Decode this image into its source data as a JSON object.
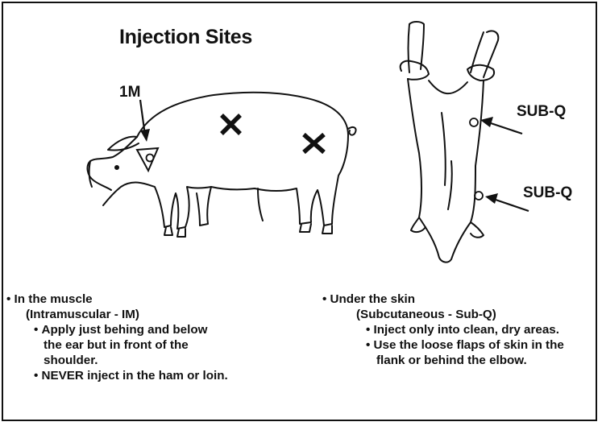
{
  "title": "Injection Sites",
  "labels": {
    "im": "1M",
    "subq_1": "SUB-Q",
    "subq_2": "SUB-Q"
  },
  "left_notes": {
    "heading": "In the muscle",
    "sub": "(Intramuscular - IM)",
    "bullet_1_line_1": "Apply just behing and below",
    "bullet_1_line_2": "the ear but in front of the",
    "bullet_1_line_3": "shoulder.",
    "bullet_2": "NEVER inject in the ham or loin."
  },
  "right_notes": {
    "heading": "Under the skin",
    "sub": "(Subcutaneous - Sub-Q)",
    "bullet_1": "Inject only into clean, dry areas.",
    "bullet_2_line_1": "Use the loose flaps of skin in the",
    "bullet_2_line_2": "flank or behind the elbow."
  }
}
